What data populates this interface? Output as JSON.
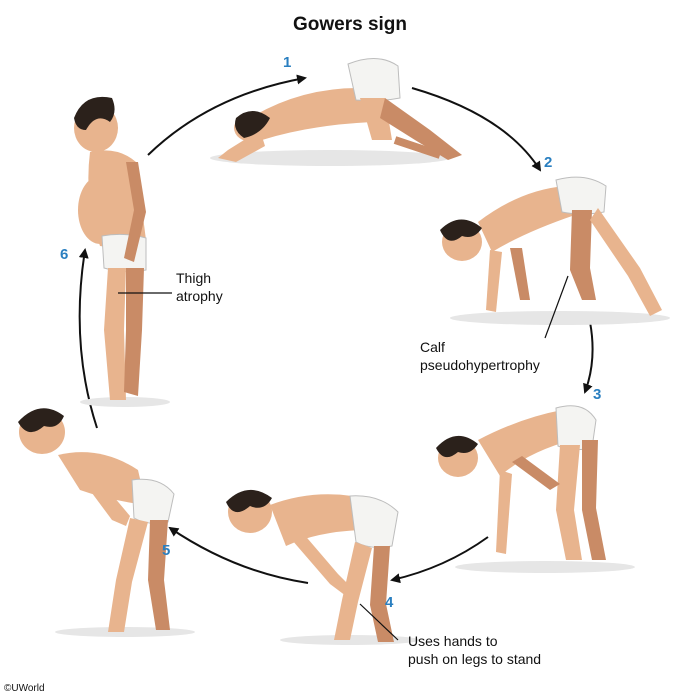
{
  "title": "Gowers sign",
  "steps": [
    "1",
    "2",
    "3",
    "4",
    "5",
    "6"
  ],
  "labels": {
    "thigh_line1": "Thigh",
    "thigh_line2": "atrophy",
    "calf_line1": "Calf",
    "calf_line2": "pseudohypertrophy",
    "hands_line1": "Uses hands to",
    "hands_line2": "push on legs to stand"
  },
  "copyright": "©UWorld",
  "colors": {
    "step_number": "#2a7fc0",
    "skin": "#e8b48e",
    "skin_shade": "#c98b66",
    "hair": "#2b211b",
    "underwear": "#f4f4f2",
    "arrow": "#111111"
  }
}
